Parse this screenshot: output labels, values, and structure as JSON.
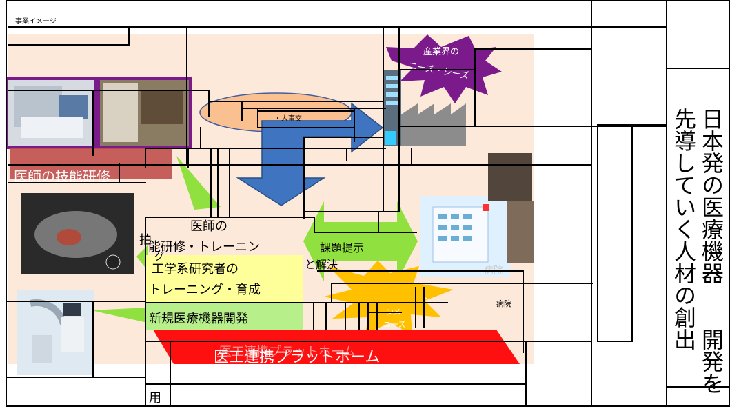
{
  "header": {
    "label": "事業イメージ"
  },
  "diagram": {
    "photo_label": "医師の技能研修",
    "oval_text": "・人事交",
    "industry_label_1": "産業界の",
    "industry_label_2": "ニーズ・シーズ",
    "box_title_1": "医師の",
    "box_title_2": "能研修・トレーニン",
    "box_title_3": "グ",
    "box_item_1": "工学系研究者の",
    "box_item_2": "トレーニング・育成",
    "box_item_3": "新規医療機器開発",
    "left_mark": "拍",
    "arrow_text_1": "課題提示",
    "arrow_text_2": "と解決",
    "burst_text_1": "ンメ",
    "burst_text_2": "ニーズ",
    "burst_text_3": "ト",
    "hospital_label": "病院",
    "hospital_sign": "病院",
    "platform_label": "医工連携プラットホーム",
    "platform_ghost": "医工連携プラットホーム",
    "footer_char": "用"
  },
  "side": {
    "col1": "日本発の医療機器",
    "col2": "先導していく人材の創出",
    "col1_tail": "開発を"
  },
  "colors": {
    "panel": "#fde9d9",
    "purple": "#7b1a8a",
    "red": "#ff1010",
    "green": "#90e040",
    "yellow": "#ffff99",
    "blue": "#3f75c0",
    "orange": "#fac090",
    "burst": "#ffc000"
  }
}
